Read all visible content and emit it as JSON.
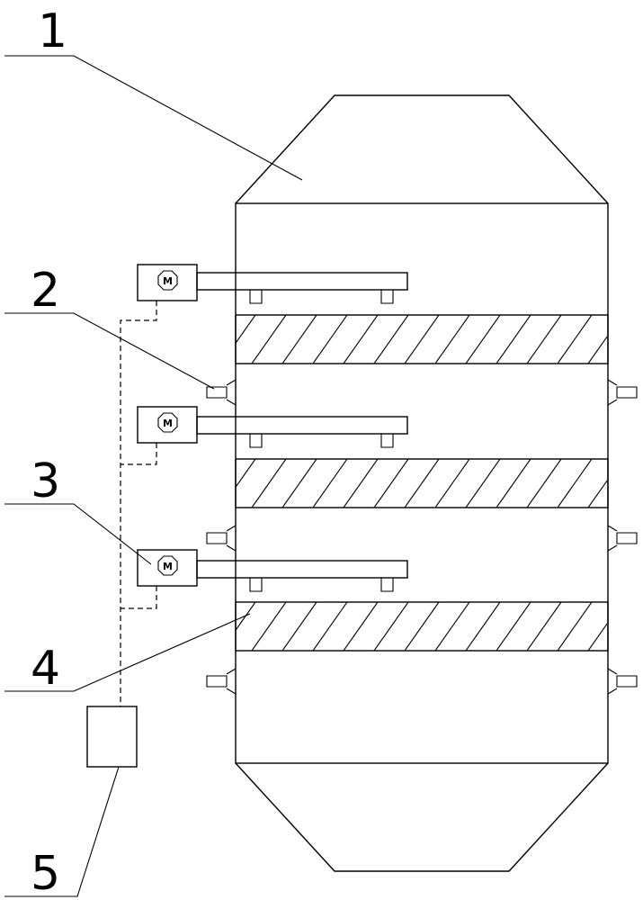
{
  "diagram": {
    "callouts": {
      "label_1": "1",
      "label_2": "2",
      "label_3": "3",
      "label_4": "4",
      "label_5": "5"
    },
    "motor_symbol": "M"
  }
}
